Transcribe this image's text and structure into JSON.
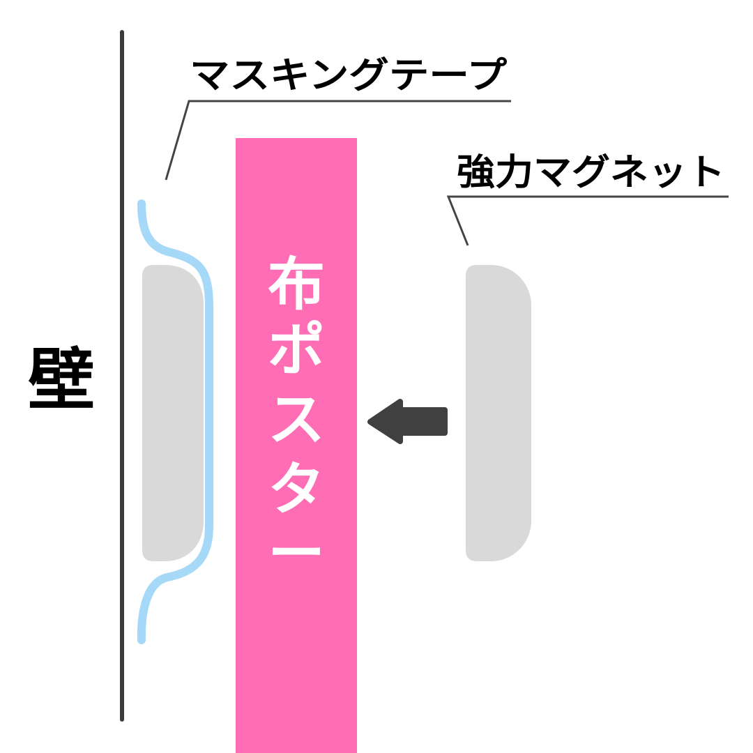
{
  "labels": {
    "wall": "壁",
    "masking_tape": "マスキングテープ",
    "strong_magnet": "強力マグネット",
    "fabric_poster": [
      "布",
      "ポ",
      "ス",
      "タ",
      "ー"
    ]
  },
  "colors": {
    "background": "#ffffff",
    "wall_line": "#3a3a3a",
    "poster_fill": "#ff6eb4",
    "poster_text": "#ffffff",
    "magnet_fill": "#d9d9d9",
    "tape_stroke": "#a6d8f7",
    "leader_line": "#444444",
    "arrow_fill": "#404040",
    "label_text": "#000000"
  },
  "icons": {
    "arrow": "arrow-left-icon"
  }
}
